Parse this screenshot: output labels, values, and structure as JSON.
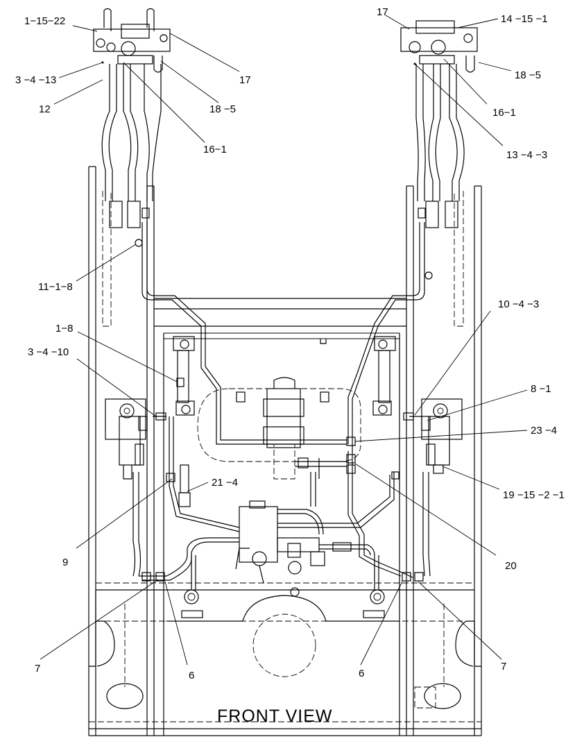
{
  "view_title": "FRONT VIEW",
  "callouts": {
    "c_1_15_22": "1−15−22",
    "c_3_4_13": "3 −4 −13",
    "c_12": "12",
    "c_16_1_left": "16−1",
    "c_18_5_left": "18 −5",
    "c_17_left": "17",
    "c_17_right": "17",
    "c_14_15_1": "14 −15 −1",
    "c_18_5_right": "18 −5",
    "c_16_1_right": "16−1",
    "c_13_4_3": "13 −4 −3",
    "c_11_1_8": "11−1−8",
    "c_10_4_3": "10 −4 −3",
    "c_1_8": "1−8",
    "c_3_4_10": "3 −4 −10",
    "c_8_1": "8 −1",
    "c_23_4": "23 −4",
    "c_19_15_2_1": "19 −15 −2 −1",
    "c_21_4": "21 −4",
    "c_9": "9",
    "c_20": "20",
    "c_7_left": "7",
    "c_6_left": "6",
    "c_6_right": "6",
    "c_7_right": "7"
  }
}
